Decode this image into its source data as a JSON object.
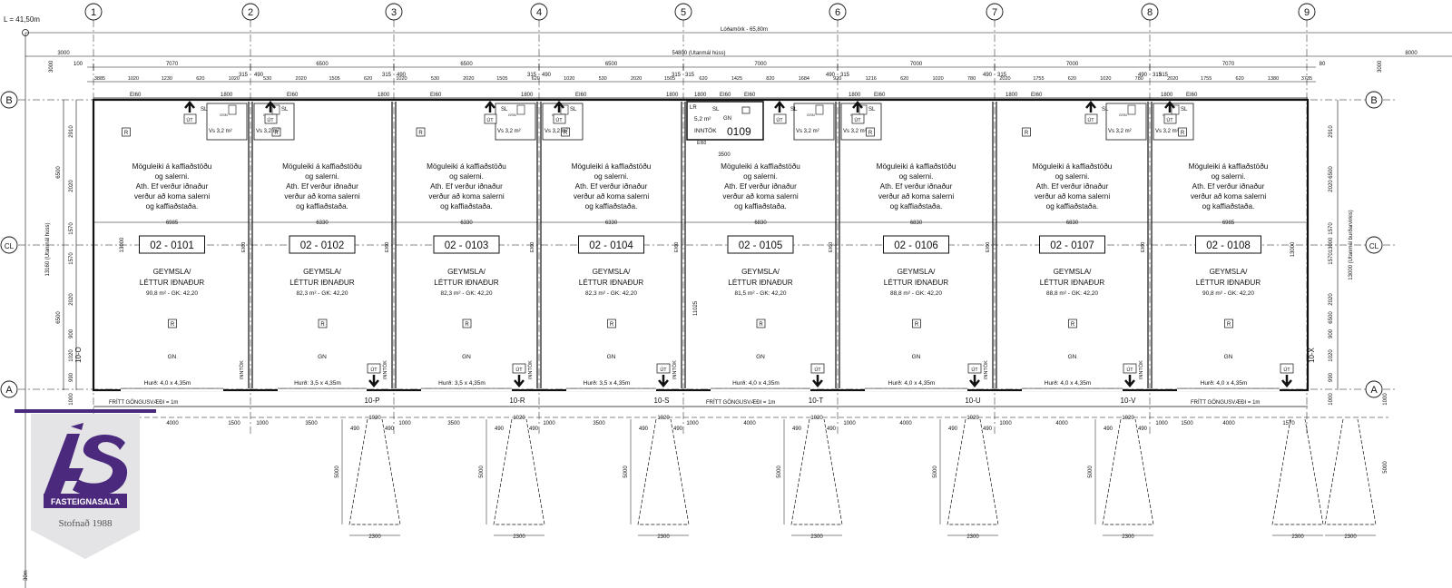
{
  "level_label": "L = 41,50m",
  "column_grid": [
    "1",
    "2",
    "3",
    "4",
    "5",
    "6",
    "7",
    "8",
    "9"
  ],
  "row_grid": {
    "top": "B",
    "center": "CL",
    "bottom": "A"
  },
  "overall_dims": {
    "plot": "Lóðamörk - 65,80m",
    "building": "54800 (Utanmál húss)",
    "left_offset": "3000",
    "right_offset": "8000",
    "depth_left": "13160 (Utanmál húss)",
    "depth_right": "13000 (Utanmál burðarvirkis)",
    "left_edge_a": "100",
    "right_edge_a": "80",
    "top_left_vert": "3000",
    "top_right_vert": "3000"
  },
  "bay_dims": [
    "7070",
    "6500",
    "6500",
    "6500",
    "7000",
    "7000",
    "7000",
    "7070"
  ],
  "wall_dims": [
    "315",
    "490",
    "315",
    "490",
    "315",
    "490",
    "315",
    "315",
    "490",
    "315",
    "490",
    "315",
    "490",
    "315",
    "315"
  ],
  "dims_row3": [
    "3885",
    "1020",
    "1230",
    "620",
    "1020",
    "530",
    "2020",
    "1505",
    "620",
    "1020",
    "530",
    "2020",
    "1505",
    "620",
    "1020",
    "530",
    "2020",
    "1505",
    "620",
    "1425",
    "820",
    "1684",
    "920",
    "1216",
    "620",
    "1020",
    "780",
    "2020",
    "1755",
    "620",
    "1020",
    "780",
    "2020",
    "1755",
    "620",
    "1380",
    "3735"
  ],
  "fire_rating": "EI60",
  "fire_rating_v": "EI60",
  "door_1800": "1800",
  "units": [
    {
      "id": "02 - 0101",
      "use": "GEYMSLA/",
      "use2": "LÉTTUR IÐNAÐUR",
      "area": "90,8 m² - GK: 42,20",
      "door": "Hurð: 4,0 x 4,35m",
      "width": "6985",
      "gate": "10-O"
    },
    {
      "id": "02 - 0102",
      "use": "GEYMSLA/",
      "use2": "LÉTTUR IÐNAÐUR",
      "area": "82,3 m² - GK: 42,20",
      "door": "Hurð: 3,5 x 4,35m",
      "width": "6330",
      "gate": "10-P"
    },
    {
      "id": "02 - 0103",
      "use": "GEYMSLA/",
      "use2": "LÉTTUR IÐNAÐUR",
      "area": "82,3 m² - GK: 42,20",
      "door": "Hurð: 3,5 x 4,35m",
      "width": "6330",
      "gate": "10-R"
    },
    {
      "id": "02 - 0104",
      "use": "GEYMSLA/",
      "use2": "LÉTTUR IÐNAÐUR",
      "area": "82,3 m² - GK: 42,20",
      "door": "Hurð: 3,5 x 4,35m",
      "width": "6330",
      "gate": "10-S"
    },
    {
      "id": "02 - 0105",
      "use": "GEYMSLA/",
      "use2": "LÉTTUR IÐNAÐUR",
      "area": "81,5 m² - GK: 42,20",
      "door": "Hurð: 4,0 x 4,35m",
      "width": "6830",
      "gate": "10-T"
    },
    {
      "id": "02 - 0106",
      "use": "GEYMSLA/",
      "use2": "LÉTTUR IÐNAÐUR",
      "area": "88,8 m² - GK: 42,20",
      "door": "Hurð: 4,0 x 4,35m",
      "width": "6830",
      "gate": "10-U"
    },
    {
      "id": "02 - 0107",
      "use": "GEYMSLA/",
      "use2": "LÉTTUR IÐNAÐUR",
      "area": "88,8 m² - GK: 42,20",
      "door": "Hurð: 4,0 x 4,35m",
      "width": "6830",
      "gate": "10-V"
    },
    {
      "id": "02 - 0108",
      "use": "GEYMSLA/",
      "use2": "LÉTTUR IÐNAÐUR",
      "area": "90,8 m² - GK: 42,20",
      "door": "Hurð: 4,0 x 4,35m",
      "width": "6985",
      "gate": "10-X"
    }
  ],
  "note_lines": [
    "Möguleiki á kaffiaðstöðu",
    "og salerni.",
    "Ath. Ef verður iðnaður",
    "verður að koma salerni",
    "og kaffiaðstaða."
  ],
  "toilet_label": "Vs 3,2 m²",
  "intake_room": {
    "id": "0109",
    "area": "5,2 m²",
    "name": "INNTÖK",
    "lr": "LR",
    "sl": "SL",
    "gn": "GN",
    "dim": "3500",
    "ei": "EI60",
    "ei30": "EI60"
  },
  "room_marks": {
    "r": "R",
    "gn": "GN",
    "sl": "SL",
    "ut": "ÚT",
    "inntok": "INNTÖK",
    "gsn": "GSN"
  },
  "walkway": "FRÍTT GÖNGUSVÆÐI = 1m",
  "bottom_dims": [
    "4000",
    "1500",
    "1000",
    "3500",
    "1000",
    "3500",
    "1000",
    "3500",
    "1000",
    "4000",
    "1000",
    "4000",
    "1000",
    "4000",
    "1000",
    "1500",
    "4000",
    "1570"
  ],
  "side_dims_left": [
    "2910",
    "2020",
    "1570",
    "1570",
    "2020",
    "900",
    "1020",
    "990",
    "1000",
    "6500",
    "6500",
    "13000",
    "11025"
  ],
  "gate_dims": {
    "top": "1020",
    "side": "490",
    "depth": "5000",
    "width": "2300"
  },
  "level_bottom": "30m",
  "logo": {
    "initials": "ÁS",
    "name": "FASTEIGNASALA",
    "tagline": "Stofnað 1988",
    "colors": {
      "purple": "#4b2a7e",
      "shield": "#e4e4e6"
    }
  }
}
